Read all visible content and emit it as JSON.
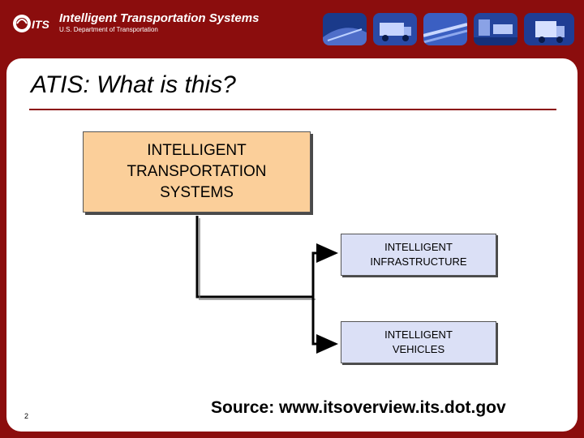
{
  "header": {
    "logo_text": "ITS",
    "title": "Intelligent Transportation Systems",
    "subtitle": "U.S. Department of Transportation",
    "photos": [
      "highway-photo",
      "truck-photo",
      "traffic-photo",
      "vehicles-photo",
      "truck-photo"
    ]
  },
  "slide": {
    "title": "ATIS: What is this?",
    "diagram": {
      "root": {
        "line1": "INTELLIGENT",
        "line2": "TRANSPORTATION",
        "line3": "SYSTEMS"
      },
      "children": [
        {
          "line1": "INTELLIGENT",
          "line2": "INFRASTRUCTURE"
        },
        {
          "line1": "INTELLIGENT",
          "line2": "VEHICLES"
        }
      ]
    },
    "page_number": "2",
    "source": "Source: www.itsoverview.its.dot.gov"
  },
  "colors": {
    "frame": "#8b0d0d",
    "root_box": "#fbcf9a",
    "child_box": "#dbe0f6"
  }
}
